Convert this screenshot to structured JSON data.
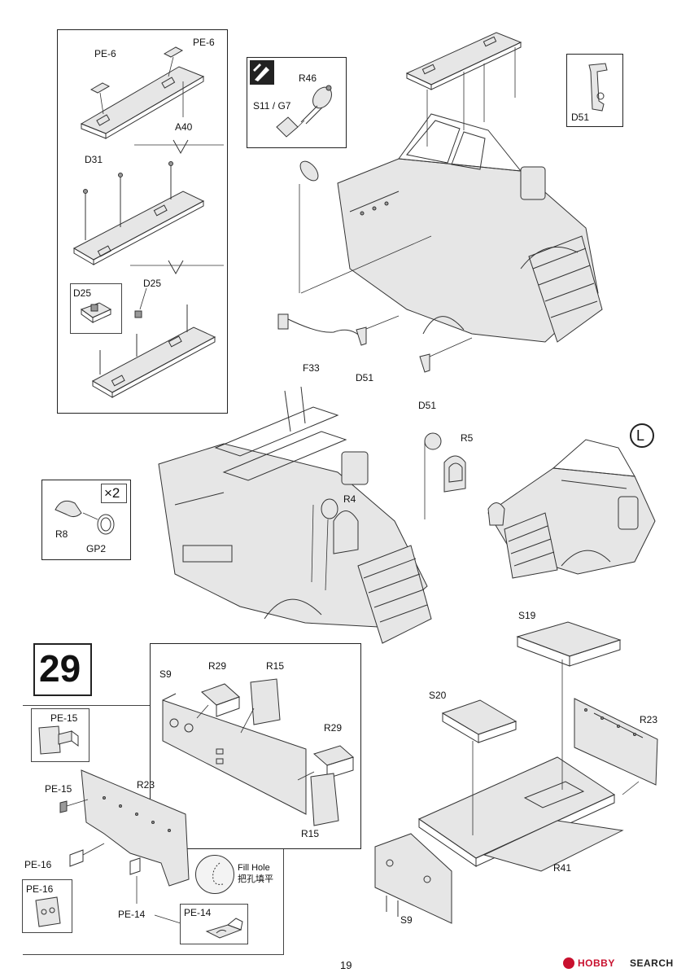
{
  "page": {
    "number": "19",
    "step_number": "29"
  },
  "watermark": {
    "brand_a": "HOBBY",
    "brand_b": "SEARCH"
  },
  "labels": {
    "pe6_left": "PE-6",
    "pe6_right": "PE-6",
    "a40": "A40",
    "d31": "D31",
    "d25_box": "D25",
    "d25": "D25",
    "r46": "R46",
    "s11_g7": "S11 / G7",
    "d51_box": "D51",
    "f33": "F33",
    "d51_a": "D51",
    "d51_b": "D51",
    "r5": "R5",
    "r4": "R4",
    "l_mark": "L",
    "x2": "×2",
    "r8": "R8",
    "gp2": "GP2",
    "s19": "S19",
    "s20": "S20",
    "r23_right": "R23",
    "r41": "R41",
    "s9_right": "S9",
    "s9_box": "S9",
    "r29_top": "R29",
    "r15_top": "R15",
    "r29_mid": "R29",
    "r15_mid": "R15",
    "pe15_box": "PE-15",
    "pe15": "PE-15",
    "r23_left": "R23",
    "pe16": "PE-16",
    "pe16_box": "PE-16",
    "pe14": "PE-14",
    "pe14_box": "PE-14",
    "fill_hole_en": "Fill Hole",
    "fill_hole_cn": "把孔填平"
  },
  "colors": {
    "ink": "#333333",
    "part_fill": "#e6e6e6",
    "shade": "#999999"
  }
}
